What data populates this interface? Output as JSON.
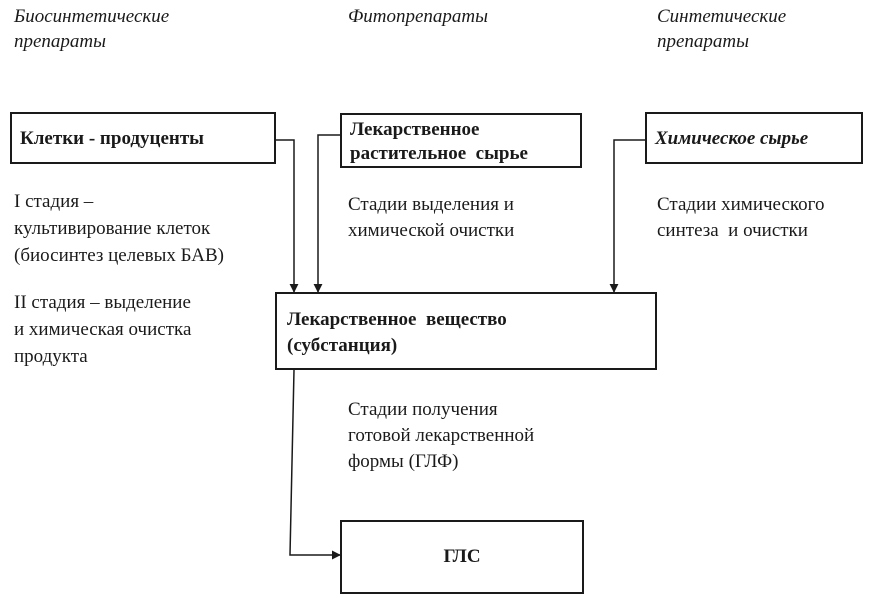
{
  "categories": {
    "biosynthetic": [
      "Биосинтетические",
      "препараты"
    ],
    "phyto": "Фитопрепараты",
    "synthetic": [
      "Синтетические",
      "препараты"
    ]
  },
  "boxes": {
    "cells": "Клетки - продуценты",
    "plant_raw": [
      "Лекарственное",
      "растительное  сырье"
    ],
    "chem_raw": "Химическое сырье",
    "substance": [
      "Лекарственное  вещество",
      "(субстанция)"
    ],
    "gls": "ГЛС"
  },
  "notes": {
    "stage1": [
      "I стадия –",
      "культивирование клеток",
      "(биосинтез целевых БАВ)"
    ],
    "stage2": [
      "II стадия – выделение",
      "и химическая очистка",
      "продукта"
    ],
    "isolation": [
      "Стадии выделения и",
      "химической очистки"
    ],
    "synthesis": [
      "Стадии химического",
      "синтеза  и очистки"
    ],
    "dosage_form": [
      "Стадии получения",
      "готовой лекарственной",
      "формы (ГЛФ)"
    ]
  },
  "colors": {
    "line": "#1a1a1a",
    "background": "#ffffff"
  }
}
